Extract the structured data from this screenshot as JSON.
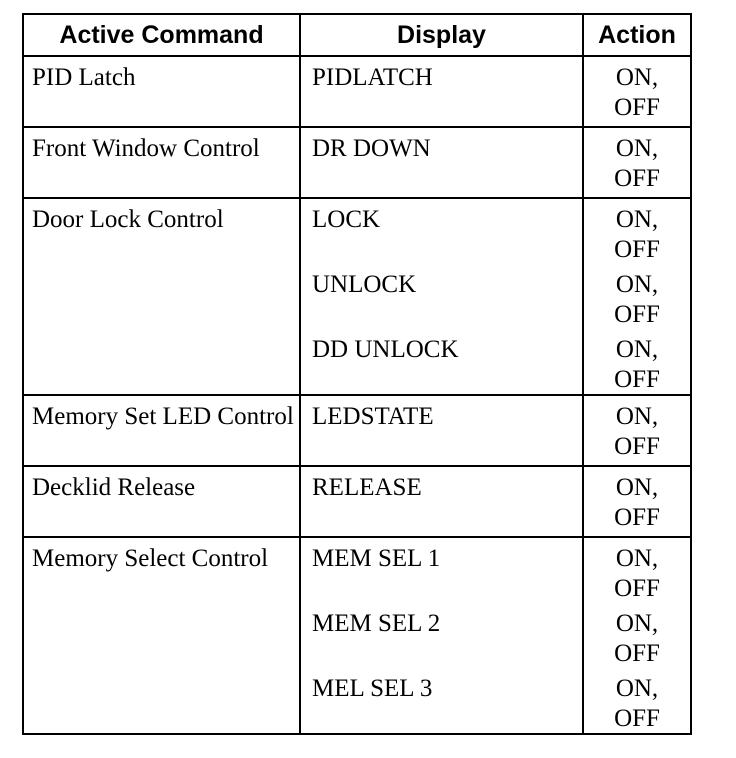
{
  "headers": {
    "active_command": "Active Command",
    "display": "Display",
    "action": "Action"
  },
  "rows": [
    {
      "command": "PID Latch",
      "entries": [
        {
          "display": "PIDLATCH",
          "action_on": "ON,",
          "action_off": "OFF"
        }
      ]
    },
    {
      "command": "Front Window Control",
      "entries": [
        {
          "display": "DR DOWN",
          "action_on": "ON,",
          "action_off": "OFF"
        }
      ]
    },
    {
      "command": "Door Lock Control",
      "entries": [
        {
          "display": "LOCK",
          "action_on": "ON,",
          "action_off": "OFF"
        },
        {
          "display": "UNLOCK",
          "action_on": "ON,",
          "action_off": "OFF"
        },
        {
          "display": "DD UNLOCK",
          "action_on": "ON,",
          "action_off": "OFF"
        }
      ]
    },
    {
      "command": "Memory Set LED Control",
      "entries": [
        {
          "display": "LEDSTATE",
          "action_on": "ON,",
          "action_off": "OFF"
        }
      ]
    },
    {
      "command": "Decklid Release",
      "entries": [
        {
          "display": "RELEASE",
          "action_on": "ON,",
          "action_off": "OFF"
        }
      ]
    },
    {
      "command": "Memory Select Control",
      "entries": [
        {
          "display": "MEM SEL 1",
          "action_on": "ON,",
          "action_off": "OFF"
        },
        {
          "display": "MEM SEL 2",
          "action_on": "ON,",
          "action_off": "OFF"
        },
        {
          "display": "MEL SEL 3",
          "action_on": "ON,",
          "action_off": "OFF"
        }
      ]
    }
  ]
}
